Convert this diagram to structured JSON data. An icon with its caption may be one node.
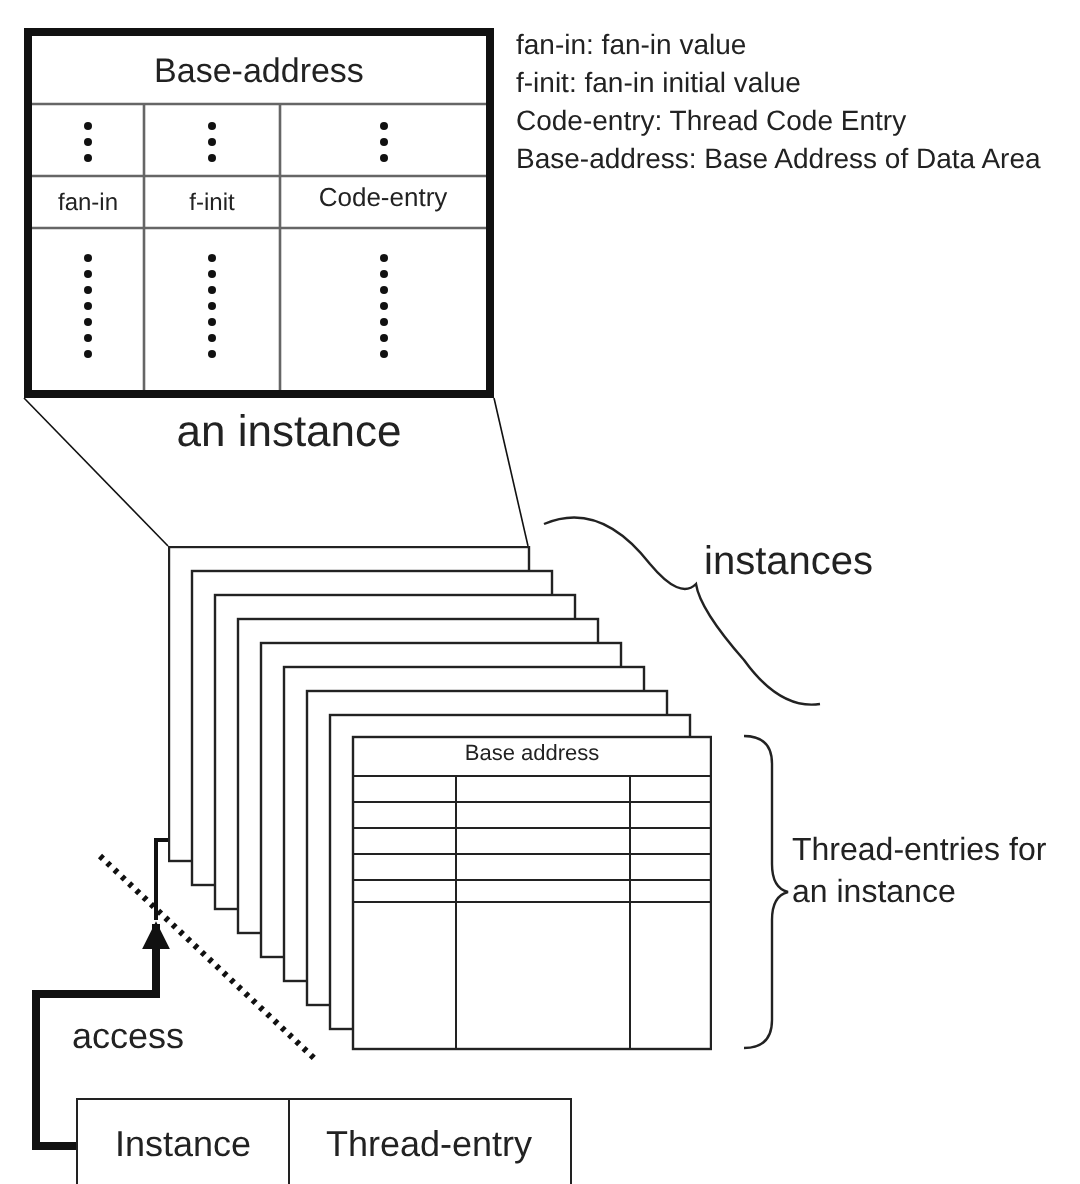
{
  "diagram": {
    "nodes": [
      {
        "text": [
          "Base-address",
          "fan-in",
          "f-init",
          "Code-entry"
        ],
        "beside": [
          "an instance"
        ]
      },
      {
        "text": [
          "Base address"
        ]
      },
      {
        "text": [
          "Instance",
          "Thread-entry"
        ]
      }
    ],
    "edges": [
      {
        "from": 2,
        "to": 1,
        "arrow": "to",
        "label": "access",
        "style": "thick"
      },
      {
        "from": 0,
        "to": 1,
        "arrow": "none"
      },
      {
        "from": 0,
        "to": 1,
        "arrow": "none"
      }
    ],
    "labels": [
      "fan-in: fan-in value",
      "f-init: fan-in initial value",
      "Code-entry: Thread Code Entry",
      "Base-address: Base Address of Data Area",
      "instances",
      "Thread-entries for an instance"
    ]
  }
}
